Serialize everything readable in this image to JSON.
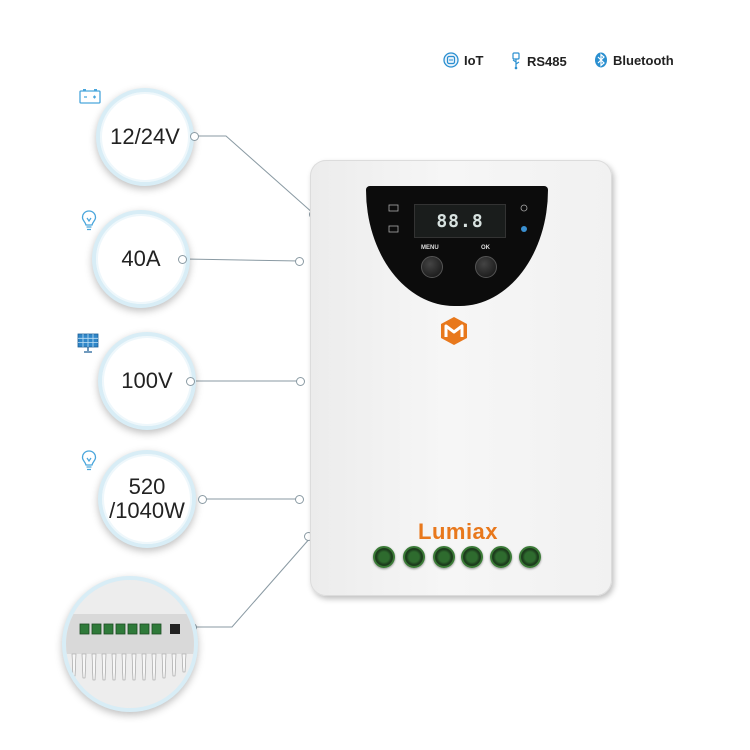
{
  "features": [
    {
      "label": "IoT",
      "icon": "iot-icon"
    },
    {
      "label": "RS485",
      "icon": "usb-icon"
    },
    {
      "label": "Bluetooth",
      "icon": "bluetooth-icon"
    }
  ],
  "specs": [
    {
      "line1": "12/24V",
      "line2": "",
      "icon": "battery-icon"
    },
    {
      "line1": "40A",
      "line2": "",
      "icon": "bulb-icon"
    },
    {
      "line1": "100V",
      "line2": "",
      "icon": "solar-panel-icon"
    },
    {
      "line1": "520",
      "line2": "/1040W",
      "icon": "bulb-icon"
    }
  ],
  "device": {
    "lcd_digits": "88.8",
    "menu_label": "MENU",
    "ok_label": "OK",
    "brand": "Lumiax",
    "logo": "lumiax-m-logo-icon",
    "terminal_count": 6
  },
  "colors": {
    "brand_orange": "#e8781c",
    "ring": "#d8edf6",
    "connector_line": "#8a9aa3",
    "terminal_green": "#2e6b2e"
  }
}
